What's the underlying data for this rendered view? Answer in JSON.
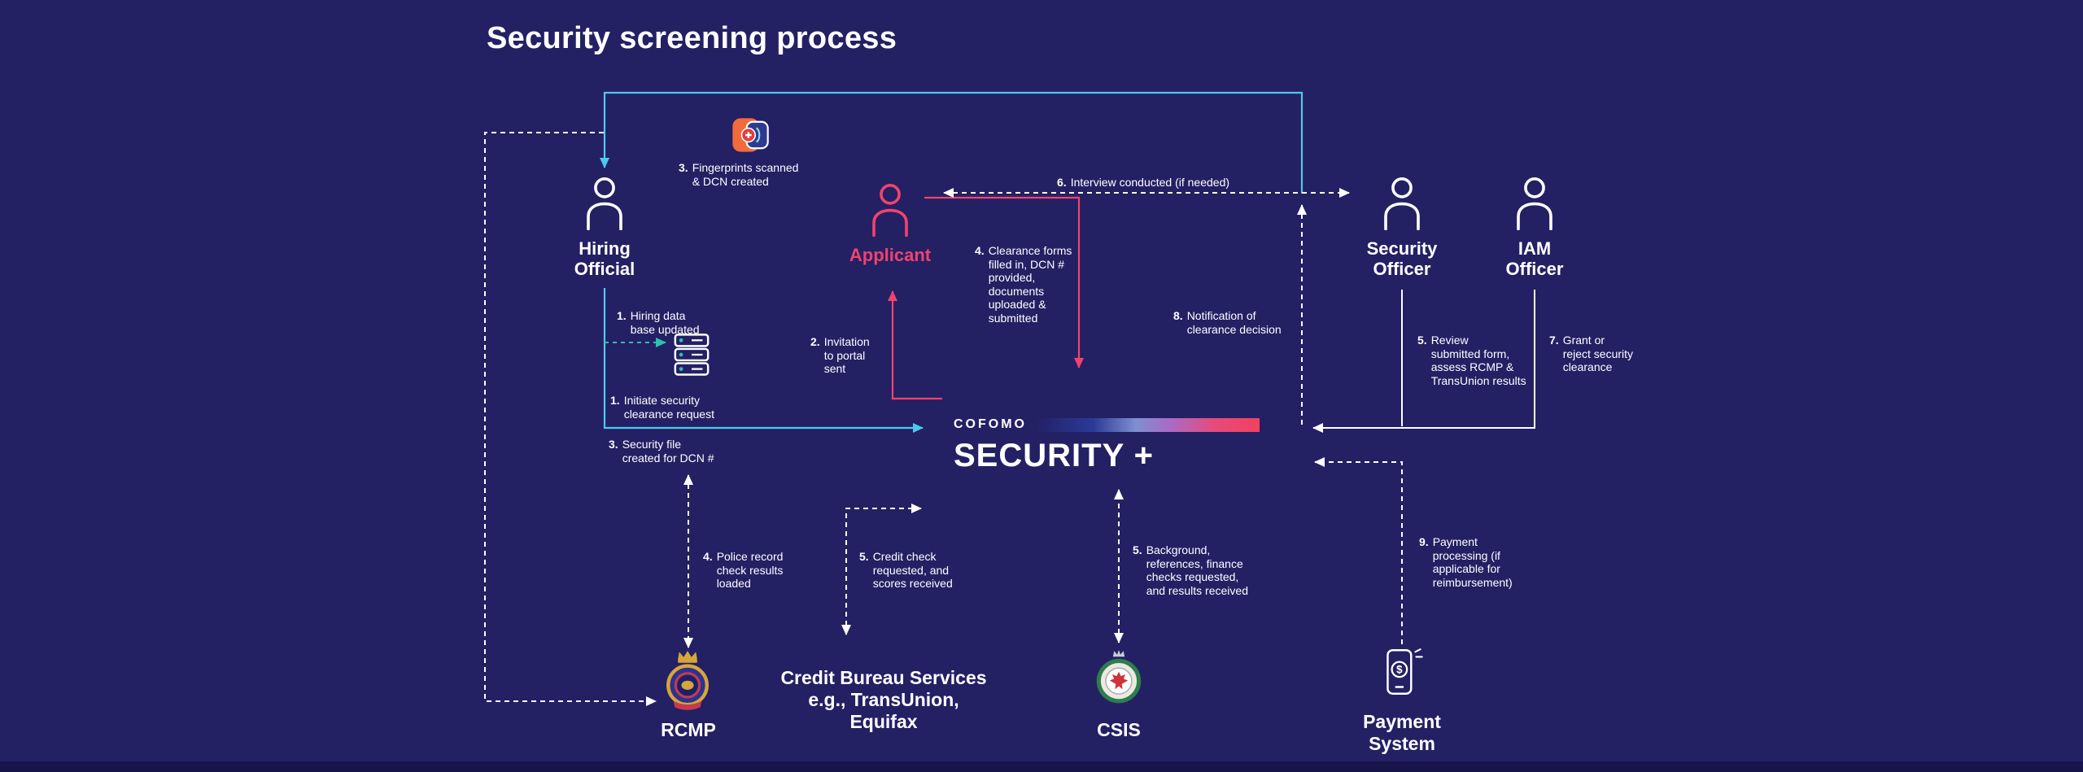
{
  "page": {
    "title": "Security screening process"
  },
  "colors": {
    "background": "#232064",
    "accent_cyan": "#4fc8ec",
    "accent_teal": "#2fbfae",
    "accent_pink": "#f0436d",
    "accent_orange": "#f26b3c",
    "gradient_end": "#f2415f"
  },
  "brand": {
    "company": "COFOMO",
    "product": "SECURITY +"
  },
  "actors": {
    "hiring_official": {
      "label": "Hiring\nOfficial"
    },
    "applicant": {
      "label": "Applicant"
    },
    "security_officer": {
      "label": "Security\nOfficer"
    },
    "iam_officer": {
      "label": "IAM\nOfficer"
    }
  },
  "organizations": {
    "rcmp": {
      "label": "RCMP"
    },
    "credit_bureau": {
      "label": "Credit Bureau Services\ne.g., TransUnion,\nEquifax"
    },
    "csis": {
      "label": "CSIS"
    },
    "payment_system": {
      "label": "Payment\nSystem"
    }
  },
  "flows": {
    "hiring_db": {
      "num": "1.",
      "text": "Hiring data\nbase updated"
    },
    "initiate": {
      "num": "1.",
      "text": "Initiate security\nclearance request"
    },
    "invitation": {
      "num": "2.",
      "text": "Invitation\nto portal\nsent"
    },
    "fingerprints": {
      "num": "3.",
      "text": "Fingerprints scanned\n& DCN created"
    },
    "security_file": {
      "num": "3.",
      "text": "Security file\ncreated for DCN #"
    },
    "clearance_forms": {
      "num": "4.",
      "text": "Clearance forms\nfilled in, DCN #\nprovided,\ndocuments\nuploaded &\nsubmitted"
    },
    "police_record": {
      "num": "4.",
      "text": "Police record\ncheck results\nloaded"
    },
    "credit_check": {
      "num": "5.",
      "text": "Credit check\nrequested, and\nscores received"
    },
    "background_checks": {
      "num": "5.",
      "text": "Background,\nreferences, finance\nchecks requested,\nand results received"
    },
    "review": {
      "num": "5.",
      "text": "Review\nsubmitted form,\nassess RCMP &\nTransUnion results"
    },
    "interview": {
      "num": "6.",
      "text": "Interview conducted (if needed)"
    },
    "grant": {
      "num": "7.",
      "text": "Grant or\nreject security\nclearance"
    },
    "notification": {
      "num": "8.",
      "text": "Notification of\nclearance decision"
    },
    "payment": {
      "num": "9.",
      "text": "Payment\nprocessing (if\napplicable for\nreimbursement)"
    }
  },
  "icons": {
    "person": "person-outline-icon",
    "fingerprint_scanner": "fingerprint-dcn-scanner-icon",
    "database": "hiring-database-icon",
    "rcmp": "rcmp-crest-icon",
    "csis": "csis-crest-icon",
    "payment": "mobile-payment-icon"
  }
}
